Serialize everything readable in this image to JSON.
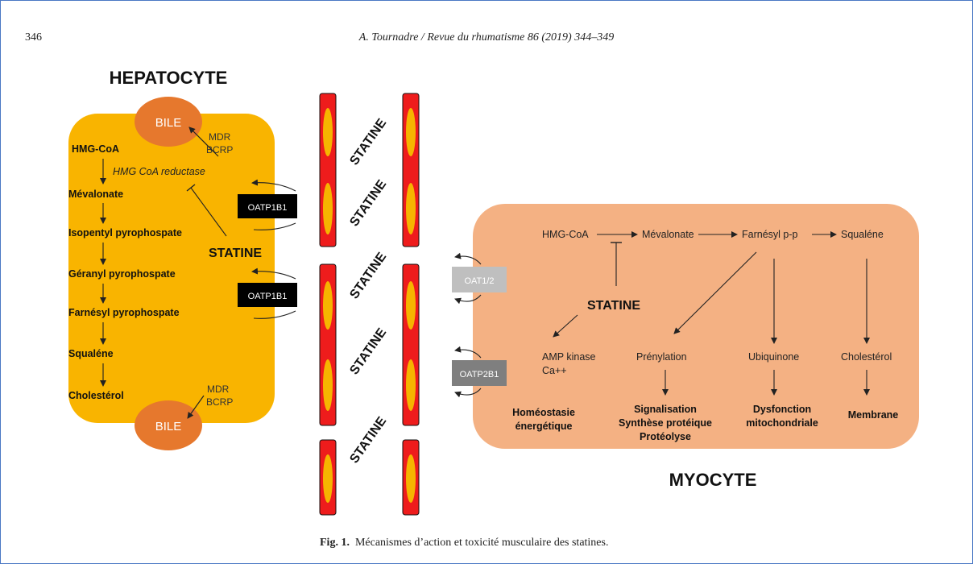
{
  "header": {
    "page_number": "346",
    "citation": "A. Tournadre / Revue du rhumatisme 86 (2019) 344–349"
  },
  "figure": {
    "hepatocyte": {
      "title": "HEPATOCYTE",
      "bile_top": "BILE",
      "bile_bottom": "BILE",
      "mdr_top": "MDR",
      "bcrp_top": "BCRP",
      "mdr_bottom": "MDR",
      "bcrp_bottom": "BCRP",
      "enzyme": "HMG CoA reductase",
      "statine": "STATINE",
      "transporter_1": "OATP1B1",
      "transporter_2": "OATP1B1",
      "pathway": [
        "HMG-CoA",
        "Mévalonate",
        "Isopentyl pyrophospate",
        "Géranyl pyrophospate",
        "Farnésyl pyrophospate",
        "Squaléne",
        "Cholestérol"
      ]
    },
    "vessel_labels": [
      "STATINE",
      "STATINE",
      "STATINE",
      "STATINE",
      "STATINE"
    ],
    "myocyte": {
      "title": "MYOCYTE",
      "transporter_1": "OAT1/2",
      "transporter_2": "OATP2B1",
      "statine": "STATINE",
      "pathway": [
        "HMG-CoA",
        "Mévalonate",
        "Farnésyl p-p",
        "Squaléne"
      ],
      "products": {
        "ampk": "AMP kinase",
        "ca": "Ca++",
        "prenylation": "Prénylation",
        "ubiquinone": "Ubiquinone",
        "cholesterol": "Cholestérol"
      },
      "effects": {
        "homeostasie_1": "Homéostasie",
        "homeostasie_2": "énergétique",
        "signalisation_1": "Signalisation",
        "signalisation_2": "Synthèse protéique",
        "signalisation_3": "Protéolyse",
        "dysfonction_1": "Dysfonction",
        "dysfonction_2": "mitochondriale",
        "membrane": "Membrane"
      }
    },
    "caption_label": "Fig. 1.",
    "caption_text": "Mécanismes d’action et toxicité musculaire des statines."
  },
  "colors": {
    "hepatocyte_fill": "#f9b400",
    "myocyte_fill": "#f4b183",
    "bile_fill": "#e6782d",
    "vessel_wall": "#ee1c1c",
    "vessel_core": "#f6b500",
    "transporter_dark": "#000000",
    "transporter_light": "#bfbfbf",
    "transporter_mid": "#7f7f7f"
  }
}
